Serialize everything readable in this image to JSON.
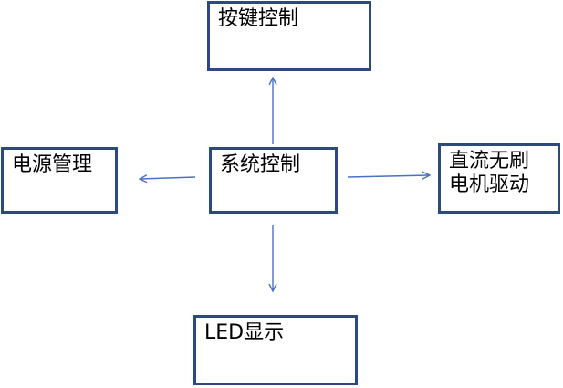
{
  "diagram": {
    "colors": {
      "box_border": "#2c4a7e",
      "arrow": "#4a72c2",
      "text": "#000000"
    },
    "nodes": {
      "key_control": {
        "lines": [
          "按键控制"
        ]
      },
      "power_management": {
        "lines": [
          "电源管理"
        ]
      },
      "system_control": {
        "lines": [
          "系统控制"
        ]
      },
      "dc_brushless_motor_drive": {
        "lines": [
          "直流无刷",
          "电机驱动"
        ]
      },
      "led_display": {
        "lines": [
          "LED显示"
        ]
      }
    },
    "edges": [
      {
        "from": "system_control",
        "to": "key_control"
      },
      {
        "from": "system_control",
        "to": "power_management"
      },
      {
        "from": "system_control",
        "to": "dc_brushless_motor_drive"
      },
      {
        "from": "system_control",
        "to": "led_display"
      }
    ]
  }
}
